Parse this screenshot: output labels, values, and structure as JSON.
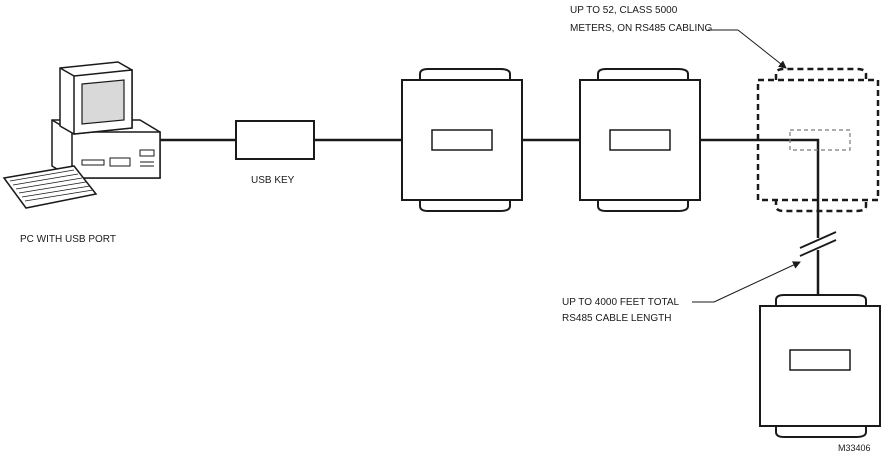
{
  "labels": {
    "pc": "PC WITH USB PORT",
    "usb_key": "USB KEY",
    "meters_note_line1": "UP TO 52, CLASS 5000",
    "meters_note_line2": "METERS, ON RS485 CABLING",
    "cable_note_line1": "UP TO 4000 FEET TOTAL",
    "cable_note_line2": "RS485 CABLE LENGTH",
    "figure_id": "M33406"
  },
  "colors": {
    "line": "#1a1a1a",
    "dashed_meter": "#1a1a1a",
    "background": "#ffffff"
  }
}
